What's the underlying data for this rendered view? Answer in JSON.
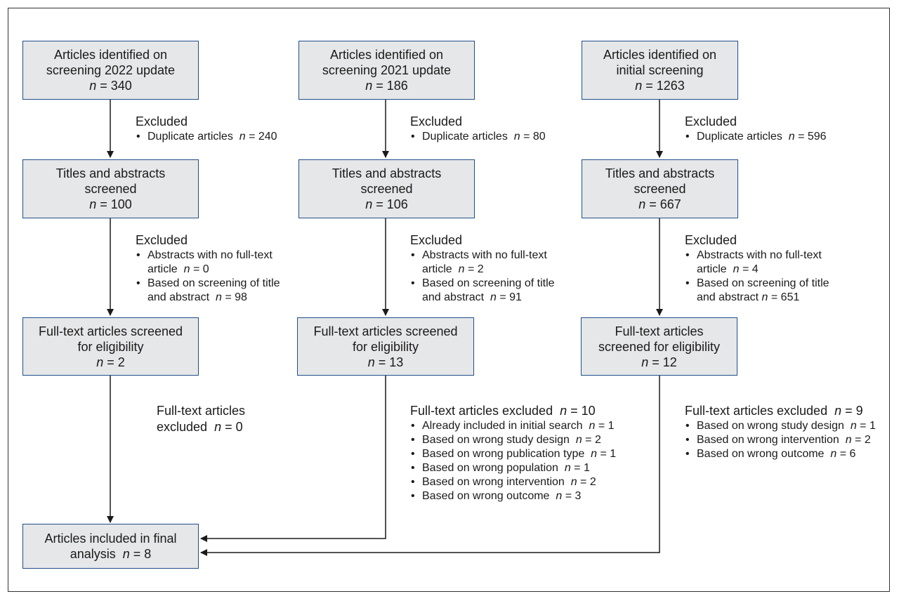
{
  "n_symbol": "n",
  "columns": [
    {
      "identified": {
        "lines": [
          "Articles identified on",
          "screening 2022 update"
        ],
        "n": "= 340"
      },
      "exclusion1": {
        "heading": "Excluded",
        "items": [
          {
            "text": "Duplicate articles",
            "n": "= 240"
          }
        ]
      },
      "screened": {
        "lines": [
          "Titles and abstracts",
          "screened"
        ],
        "n": "= 100"
      },
      "exclusion2": {
        "heading": "Excluded",
        "items": [
          {
            "lines": [
              "Abstracts with no full-text",
              "article"
            ],
            "n": "= 0"
          },
          {
            "lines": [
              "Based on screening of title",
              "and abstract"
            ],
            "n": "= 98"
          }
        ]
      },
      "fulltext": {
        "lines": [
          "Full-text articles screened",
          "for eligibility"
        ],
        "n": "= 2"
      },
      "exclusion3": {
        "heading_lines": [
          "Full-text articles",
          "excluded"
        ],
        "n": "= 0",
        "items": []
      }
    },
    {
      "identified": {
        "lines": [
          "Articles identified on",
          "screening 2021 update"
        ],
        "n": "= 186"
      },
      "exclusion1": {
        "heading": "Excluded",
        "items": [
          {
            "text": "Duplicate articles",
            "n": "= 80"
          }
        ]
      },
      "screened": {
        "lines": [
          "Titles and abstracts",
          "screened"
        ],
        "n": "= 106"
      },
      "exclusion2": {
        "heading": "Excluded",
        "items": [
          {
            "lines": [
              "Abstracts with no full-text",
              "article"
            ],
            "n": "= 2"
          },
          {
            "lines": [
              "Based on screening of title",
              "and abstract"
            ],
            "n": "= 91"
          }
        ]
      },
      "fulltext": {
        "lines": [
          "Full-text articles screened",
          "for eligibility"
        ],
        "n": "= 13"
      },
      "exclusion3": {
        "heading_lines": [
          "Full-text articles excluded"
        ],
        "n": "= 10",
        "items": [
          {
            "text": "Already included in initial search",
            "n": "= 1"
          },
          {
            "text": "Based on wrong study design",
            "n": "= 2"
          },
          {
            "text": "Based on wrong publication type",
            "n": "= 1"
          },
          {
            "text": "Based on wrong population",
            "n": "= 1"
          },
          {
            "text": "Based on wrong intervention",
            "n": "= 2"
          },
          {
            "text": "Based on wrong outcome",
            "n": "= 3"
          }
        ]
      }
    },
    {
      "identified": {
        "lines": [
          "Articles identified on",
          "initial screening"
        ],
        "n": "= 1263"
      },
      "exclusion1": {
        "heading": "Excluded",
        "items": [
          {
            "text": "Duplicate articles",
            "n": "= 596"
          }
        ]
      },
      "screened": {
        "lines": [
          "Titles and abstracts",
          "screened"
        ],
        "n": "= 667"
      },
      "exclusion2": {
        "heading": "Excluded",
        "items": [
          {
            "lines": [
              "Abstracts with no full-text",
              "article"
            ],
            "n": "= 4"
          },
          {
            "lines": [
              "Based on screening of title",
              "and abstract"
            ],
            "n": "= 651"
          }
        ]
      },
      "fulltext": {
        "lines": [
          "Full-text articles",
          "screened for eligibility"
        ],
        "n": "= 12"
      },
      "exclusion3": {
        "heading_lines": [
          "Full-text articles excluded"
        ],
        "n": "= 9",
        "items": [
          {
            "text": "Based on wrong study design",
            "n": "= 1"
          },
          {
            "text": "Based on wrong intervention",
            "n": "= 2"
          },
          {
            "text": "Based on wrong outcome",
            "n": "= 6"
          }
        ]
      }
    }
  ],
  "final": {
    "lines": [
      "Articles included in final",
      "analysis"
    ],
    "n": "= 8"
  },
  "colors": {
    "box_fill": "#e6e7e8",
    "box_border": "#1f4e8c",
    "line": "#1a1a1a"
  }
}
